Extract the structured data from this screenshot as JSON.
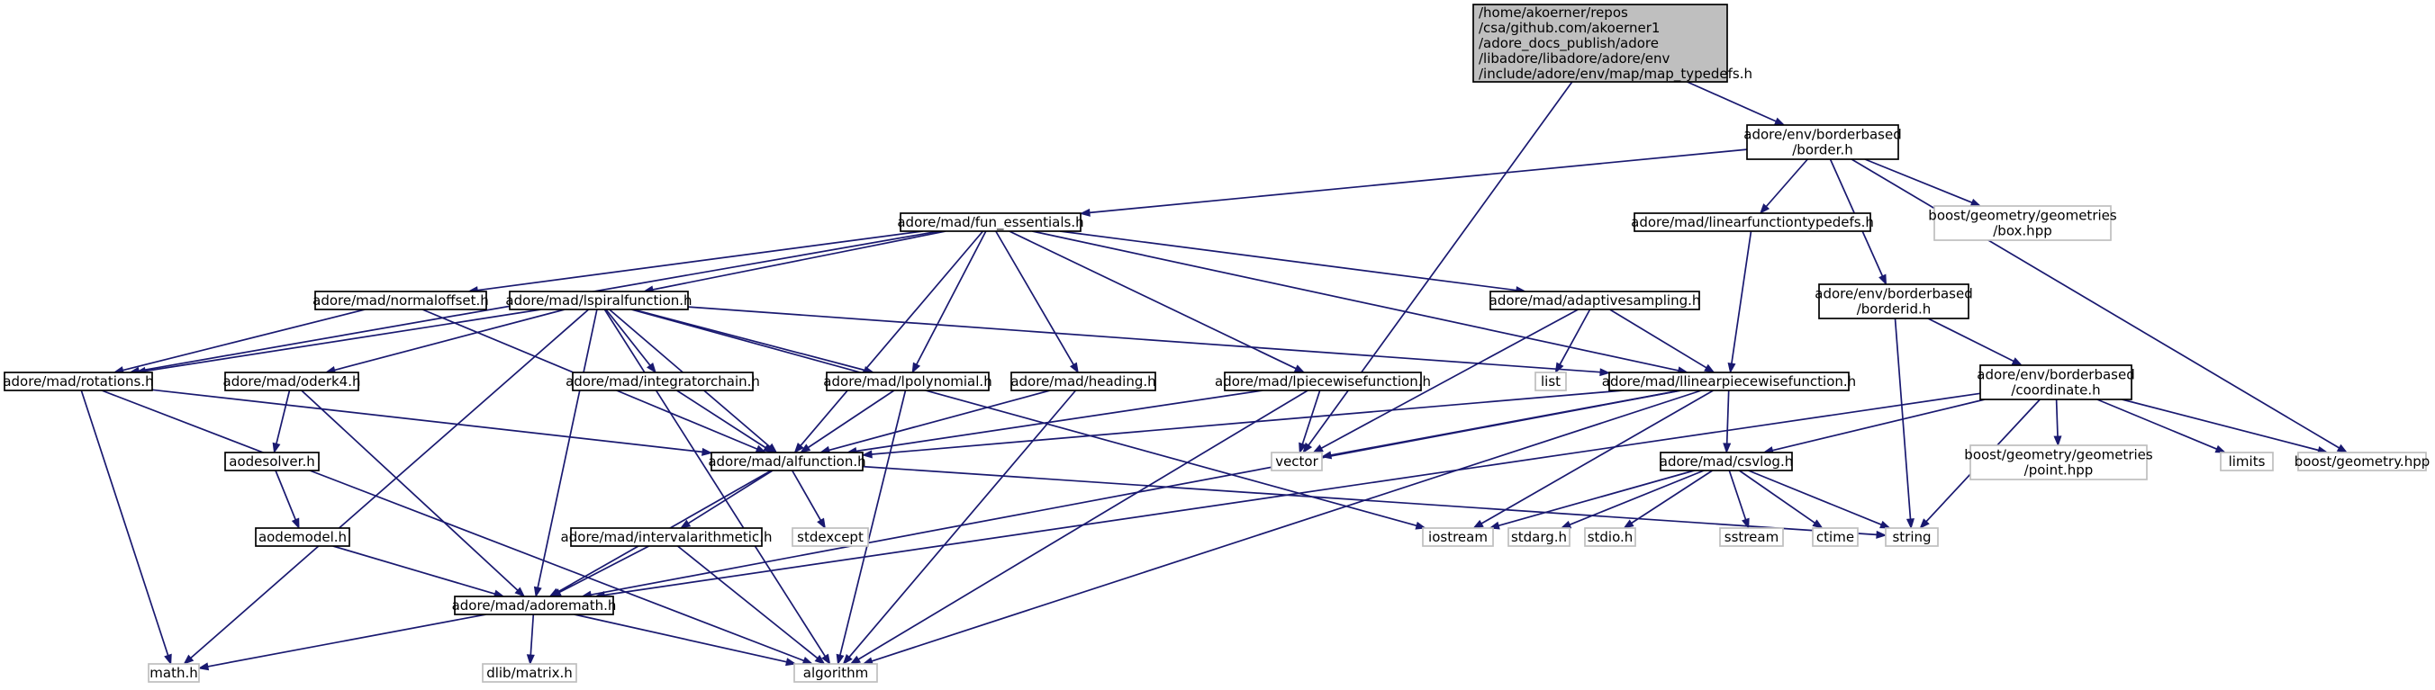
{
  "graph": {
    "colors": {
      "edge": "#191970",
      "root_fill": "#bfbfbf",
      "local_border": "#000000",
      "external_border": "#bfbfbf"
    },
    "nodes": [
      {
        "id": "root",
        "kind": "root",
        "lines": [
          "/home/akoerner/repos",
          "/csa/github.com/akoerner1",
          "/adore_docs_publish/adore",
          "/libadore/libadore/adore/env",
          "/include/adore/env/map/map_typedefs.h"
        ]
      },
      {
        "id": "border",
        "kind": "local",
        "lines": [
          "adore/env/borderbased",
          "/border.h"
        ]
      },
      {
        "id": "fun_essentials",
        "kind": "local",
        "lines": [
          "adore/mad/fun_essentials.h"
        ]
      },
      {
        "id": "linearfunctiontypedefs",
        "kind": "local",
        "lines": [
          "adore/mad/linearfunctiontypedefs.h"
        ]
      },
      {
        "id": "box",
        "kind": "external",
        "lines": [
          "boost/geometry/geometries",
          "/box.hpp"
        ]
      },
      {
        "id": "normaloffset",
        "kind": "local",
        "lines": [
          "adore/mad/normaloffset.h"
        ]
      },
      {
        "id": "lspiralfunction",
        "kind": "local",
        "lines": [
          "adore/mad/lspiralfunction.h"
        ]
      },
      {
        "id": "adaptivesampling",
        "kind": "local",
        "lines": [
          "adore/mad/adaptivesampling.h"
        ]
      },
      {
        "id": "borderid",
        "kind": "local",
        "lines": [
          "adore/env/borderbased",
          "/borderid.h"
        ]
      },
      {
        "id": "rotations",
        "kind": "local",
        "lines": [
          "adore/mad/rotations.h"
        ]
      },
      {
        "id": "oderk4",
        "kind": "local",
        "lines": [
          "adore/mad/oderk4.h"
        ]
      },
      {
        "id": "integratorchain",
        "kind": "local",
        "lines": [
          "adore/mad/integratorchain.h"
        ]
      },
      {
        "id": "lpolynomial",
        "kind": "local",
        "lines": [
          "adore/mad/lpolynomial.h"
        ]
      },
      {
        "id": "heading",
        "kind": "local",
        "lines": [
          "adore/mad/heading.h"
        ]
      },
      {
        "id": "lpiecewisefunction",
        "kind": "local",
        "lines": [
          "adore/mad/lpiecewisefunction.h"
        ]
      },
      {
        "id": "list",
        "kind": "external",
        "lines": [
          "list"
        ]
      },
      {
        "id": "llinearpiecewisefunction",
        "kind": "local",
        "lines": [
          "adore/mad/llinearpiecewisefunction.h"
        ]
      },
      {
        "id": "coordinate",
        "kind": "local",
        "lines": [
          "adore/env/borderbased",
          "/coordinate.h"
        ]
      },
      {
        "id": "aodesolver",
        "kind": "local",
        "lines": [
          "aodesolver.h"
        ]
      },
      {
        "id": "alfunction",
        "kind": "local",
        "lines": [
          "adore/mad/alfunction.h"
        ]
      },
      {
        "id": "vector",
        "kind": "external",
        "lines": [
          "vector"
        ]
      },
      {
        "id": "csvlog",
        "kind": "local",
        "lines": [
          "adore/mad/csvlog.h"
        ]
      },
      {
        "id": "point",
        "kind": "external",
        "lines": [
          "boost/geometry/geometries",
          "/point.hpp"
        ]
      },
      {
        "id": "limits",
        "kind": "external",
        "lines": [
          "limits"
        ]
      },
      {
        "id": "geometry",
        "kind": "external",
        "lines": [
          "boost/geometry.hpp"
        ]
      },
      {
        "id": "aodemodel",
        "kind": "local",
        "lines": [
          "aodemodel.h"
        ]
      },
      {
        "id": "intervalarithmetic",
        "kind": "local",
        "lines": [
          "adore/mad/intervalarithmetic.h"
        ]
      },
      {
        "id": "stdexcept",
        "kind": "external",
        "lines": [
          "stdexcept"
        ]
      },
      {
        "id": "iostream",
        "kind": "external",
        "lines": [
          "iostream"
        ]
      },
      {
        "id": "stdarg",
        "kind": "external",
        "lines": [
          "stdarg.h"
        ]
      },
      {
        "id": "stdio",
        "kind": "external",
        "lines": [
          "stdio.h"
        ]
      },
      {
        "id": "sstream",
        "kind": "external",
        "lines": [
          "sstream"
        ]
      },
      {
        "id": "ctime",
        "kind": "external",
        "lines": [
          "ctime"
        ]
      },
      {
        "id": "string",
        "kind": "external",
        "lines": [
          "string"
        ]
      },
      {
        "id": "adoremath",
        "kind": "local",
        "lines": [
          "adore/mad/adoremath.h"
        ]
      },
      {
        "id": "math",
        "kind": "external",
        "lines": [
          "math.h"
        ]
      },
      {
        "id": "dlibmatrix",
        "kind": "external",
        "lines": [
          "dlib/matrix.h"
        ]
      },
      {
        "id": "algorithm",
        "kind": "external",
        "lines": [
          "algorithm"
        ]
      }
    ],
    "edges": [
      [
        "root",
        "border"
      ],
      [
        "root",
        "vector"
      ],
      [
        "border",
        "fun_essentials"
      ],
      [
        "border",
        "linearfunctiontypedefs"
      ],
      [
        "border",
        "box"
      ],
      [
        "border",
        "borderid"
      ],
      [
        "border",
        "geometry"
      ],
      [
        "fun_essentials",
        "normaloffset"
      ],
      [
        "fun_essentials",
        "lspiralfunction"
      ],
      [
        "fun_essentials",
        "adaptivesampling"
      ],
      [
        "fun_essentials",
        "rotations"
      ],
      [
        "fun_essentials",
        "lpolynomial"
      ],
      [
        "fun_essentials",
        "heading"
      ],
      [
        "fun_essentials",
        "lpiecewisefunction"
      ],
      [
        "fun_essentials",
        "llinearpiecewisefunction"
      ],
      [
        "fun_essentials",
        "alfunction"
      ],
      [
        "linearfunctiontypedefs",
        "llinearpiecewisefunction"
      ],
      [
        "normaloffset",
        "rotations"
      ],
      [
        "normaloffset",
        "alfunction"
      ],
      [
        "lspiralfunction",
        "rotations"
      ],
      [
        "lspiralfunction",
        "oderk4"
      ],
      [
        "lspiralfunction",
        "integratorchain"
      ],
      [
        "lspiralfunction",
        "lpolynomial"
      ],
      [
        "lspiralfunction",
        "llinearpiecewisefunction"
      ],
      [
        "lspiralfunction",
        "alfunction"
      ],
      [
        "lspiralfunction",
        "adoremath"
      ],
      [
        "lspiralfunction",
        "math"
      ],
      [
        "lspiralfunction",
        "algorithm"
      ],
      [
        "lspiralfunction",
        "iostream"
      ],
      [
        "adaptivesampling",
        "list"
      ],
      [
        "adaptivesampling",
        "llinearpiecewisefunction"
      ],
      [
        "adaptivesampling",
        "vector"
      ],
      [
        "borderid",
        "string"
      ],
      [
        "borderid",
        "coordinate"
      ],
      [
        "rotations",
        "alfunction"
      ],
      [
        "rotations",
        "math"
      ],
      [
        "rotations",
        "algorithm"
      ],
      [
        "oderk4",
        "aodesolver"
      ],
      [
        "oderk4",
        "adoremath"
      ],
      [
        "integratorchain",
        "alfunction"
      ],
      [
        "lpolynomial",
        "alfunction"
      ],
      [
        "lpolynomial",
        "algorithm"
      ],
      [
        "heading",
        "alfunction"
      ],
      [
        "heading",
        "algorithm"
      ],
      [
        "lpiecewisefunction",
        "alfunction"
      ],
      [
        "lpiecewisefunction",
        "vector"
      ],
      [
        "lpiecewisefunction",
        "algorithm"
      ],
      [
        "llinearpiecewisefunction",
        "alfunction"
      ],
      [
        "llinearpiecewisefunction",
        "vector"
      ],
      [
        "llinearpiecewisefunction",
        "csvlog"
      ],
      [
        "llinearpiecewisefunction",
        "iostream"
      ],
      [
        "llinearpiecewisefunction",
        "algorithm"
      ],
      [
        "llinearpiecewisefunction",
        "adoremath"
      ],
      [
        "coordinate",
        "csvlog"
      ],
      [
        "coordinate",
        "point"
      ],
      [
        "coordinate",
        "limits"
      ],
      [
        "coordinate",
        "geometry"
      ],
      [
        "coordinate",
        "string"
      ],
      [
        "coordinate",
        "adoremath"
      ],
      [
        "aodesolver",
        "aodemodel"
      ],
      [
        "alfunction",
        "adoremath"
      ],
      [
        "alfunction",
        "intervalarithmetic"
      ],
      [
        "alfunction",
        "stdexcept"
      ],
      [
        "alfunction",
        "string"
      ],
      [
        "csvlog",
        "iostream"
      ],
      [
        "csvlog",
        "stdarg"
      ],
      [
        "csvlog",
        "stdio"
      ],
      [
        "csvlog",
        "sstream"
      ],
      [
        "csvlog",
        "ctime"
      ],
      [
        "csvlog",
        "string"
      ],
      [
        "aodemodel",
        "adoremath"
      ],
      [
        "intervalarithmetic",
        "adoremath"
      ],
      [
        "intervalarithmetic",
        "algorithm"
      ],
      [
        "adoremath",
        "math"
      ],
      [
        "adoremath",
        "dlibmatrix"
      ],
      [
        "adoremath",
        "algorithm"
      ]
    ]
  }
}
